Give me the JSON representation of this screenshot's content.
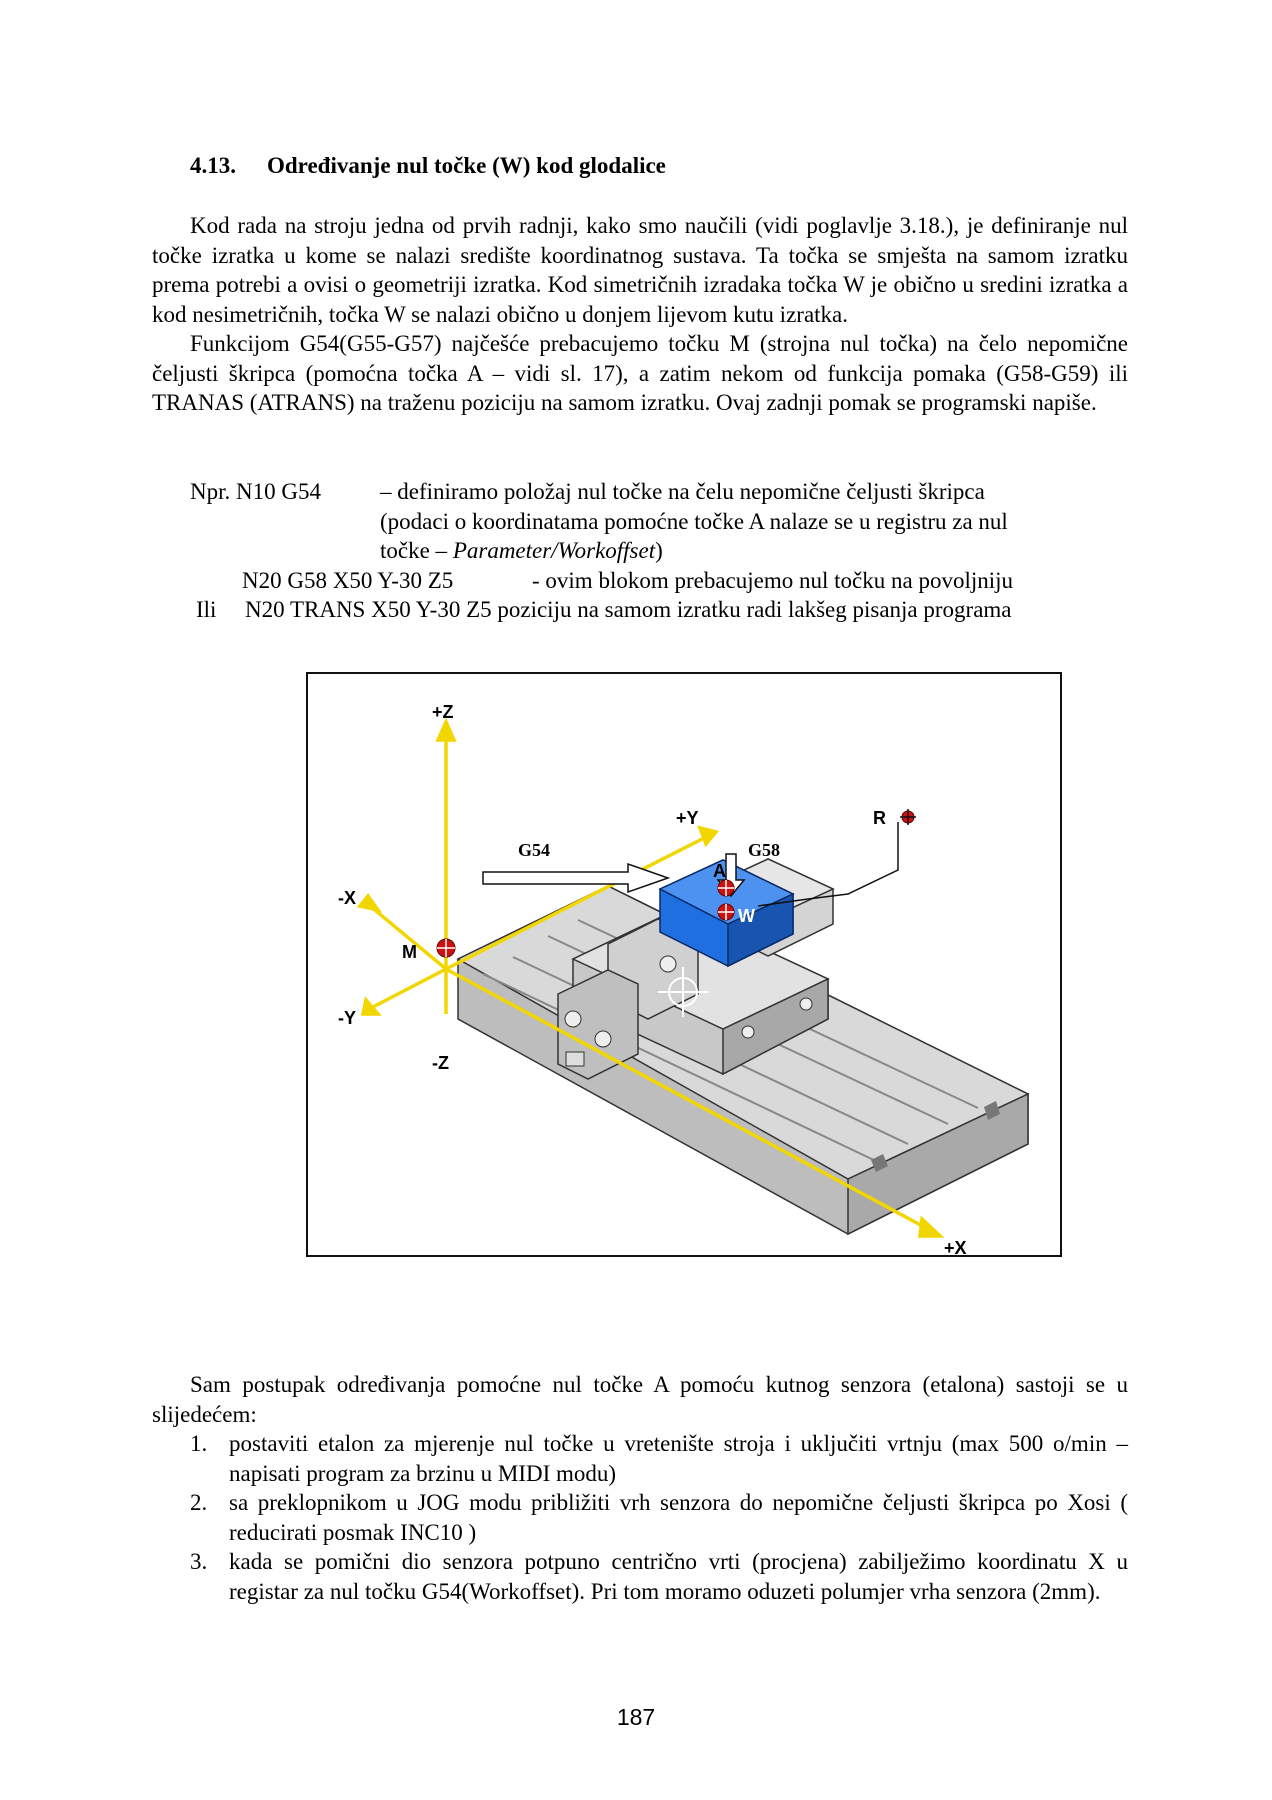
{
  "heading": {
    "number": "4.13.",
    "title": "Određivanje nul točke (W) kod glodalice"
  },
  "paragraphs": [
    "Kod rada na stroju jedna od prvih radnji, kako smo naučili (vidi poglavlje 3.18.), je definiranje nul točke izratka u kome se nalazi središte koordinatnog sustava. Ta točka se smješta na samom izratku prema potrebi a ovisi o geometriji izratka. Kod simetričnih izradaka točka W je obično u sredini izratka a kod nesimetričnih, točka W se nalazi obično u donjem lijevom kutu izratka.",
    "Funkcijom G54(G55-G57) najčešće prebacujemo točku M (strojna nul točka) na čelo nepomične čeljusti škripca (pomoćna točka A – vidi sl. 17), a zatim nekom od funkcija pomaka (G58-G59) ili TRANAS (ATRANS) na traženu poziciju na samom izratku. Ovaj zadnji pomak se programski napiše."
  ],
  "example": {
    "prefix": "Npr. N10 G54",
    "line1": "– definiramo položaj nul točke na čelu nepomične čeljusti škripca",
    "line2": "(podaci o koordinatama pomoćne točke A nalaze se u registru za nul",
    "line3_pre": "točke – ",
    "line3_italic": "Parameter/Workoffset",
    "line3_post": ")",
    "block_g58": "N20 G58 X50 Y-30 Z5",
    "block_g58_desc": "- ovim blokom prebacujemo nul točku na povoljniju",
    "ili": "Ili",
    "block_trans": "N20 TRANS X50 Y-30 Z5 poziciju na samom izratku radi lakšeg pisanja programa"
  },
  "figure": {
    "labels": {
      "plus_z": "+Z",
      "minus_z": "-Z",
      "plus_y": "+Y",
      "minus_y": "-Y",
      "plus_x": "+X",
      "minus_x": "-X",
      "m": "M",
      "r": "R",
      "a": "A",
      "w": "W",
      "g54": "G54",
      "g58": "G58"
    },
    "colors": {
      "axis": "#f2d600",
      "workpiece": "#1f6fe0",
      "marker": "#cc1111",
      "machine": "#d6d6d6"
    }
  },
  "steps": {
    "intro": "Sam postupak određivanja pomoćne nul točke A pomoću kutnog senzora (etalona) sastoji se u slijedećem:",
    "items": [
      {
        "n": "1.",
        "text": "postaviti etalon za mjerenje nul točke u vretenište stroja i uključiti vrtnju (max 500 o/min – napisati program za brzinu u MIDI modu)"
      },
      {
        "n": "2.",
        "text": "sa preklopnikom u JOG modu približiti vrh senzora do nepomične čeljusti škripca po Xosi ( reducirati posmak INC10 )"
      },
      {
        "n": "3.",
        "text": "kada se pomični dio senzora potpuno centrično vrti (procjena) zabilježimo koordinatu X u registar za nul točku G54(Workoffset). Pri tom moramo oduzeti polumjer vrha senzora (2mm)."
      }
    ]
  },
  "page_number": "187"
}
